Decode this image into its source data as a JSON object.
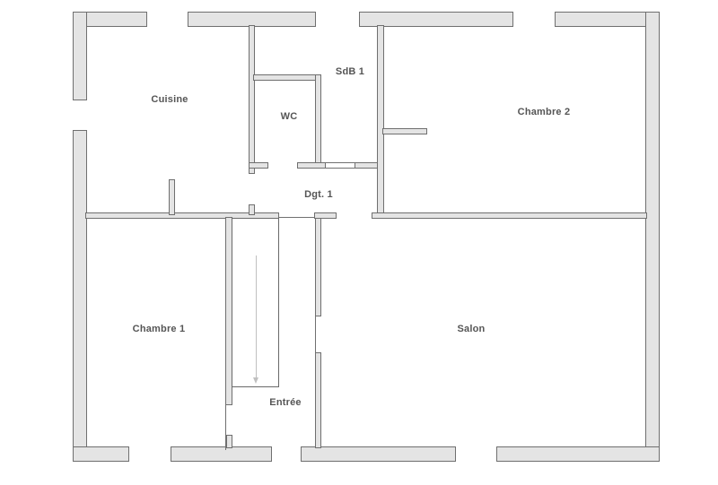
{
  "plan": {
    "title": "",
    "rooms": [
      {
        "id": "cuisine",
        "label": "Cuisine"
      },
      {
        "id": "wc",
        "label": "WC"
      },
      {
        "id": "sdb1",
        "label": "SdB 1"
      },
      {
        "id": "chambre2",
        "label": "Chambre 2"
      },
      {
        "id": "dgt1",
        "label": "Dgt. 1"
      },
      {
        "id": "chambre1",
        "label": "Chambre 1"
      },
      {
        "id": "salon",
        "label": "Salon"
      },
      {
        "id": "entree",
        "label": "Entrée"
      }
    ],
    "colors": {
      "wall_fill": "#e4e4e4",
      "wall_stroke": "#6f6f6f",
      "label": "#555555",
      "stair_arrow": "#c0c0c0"
    }
  }
}
